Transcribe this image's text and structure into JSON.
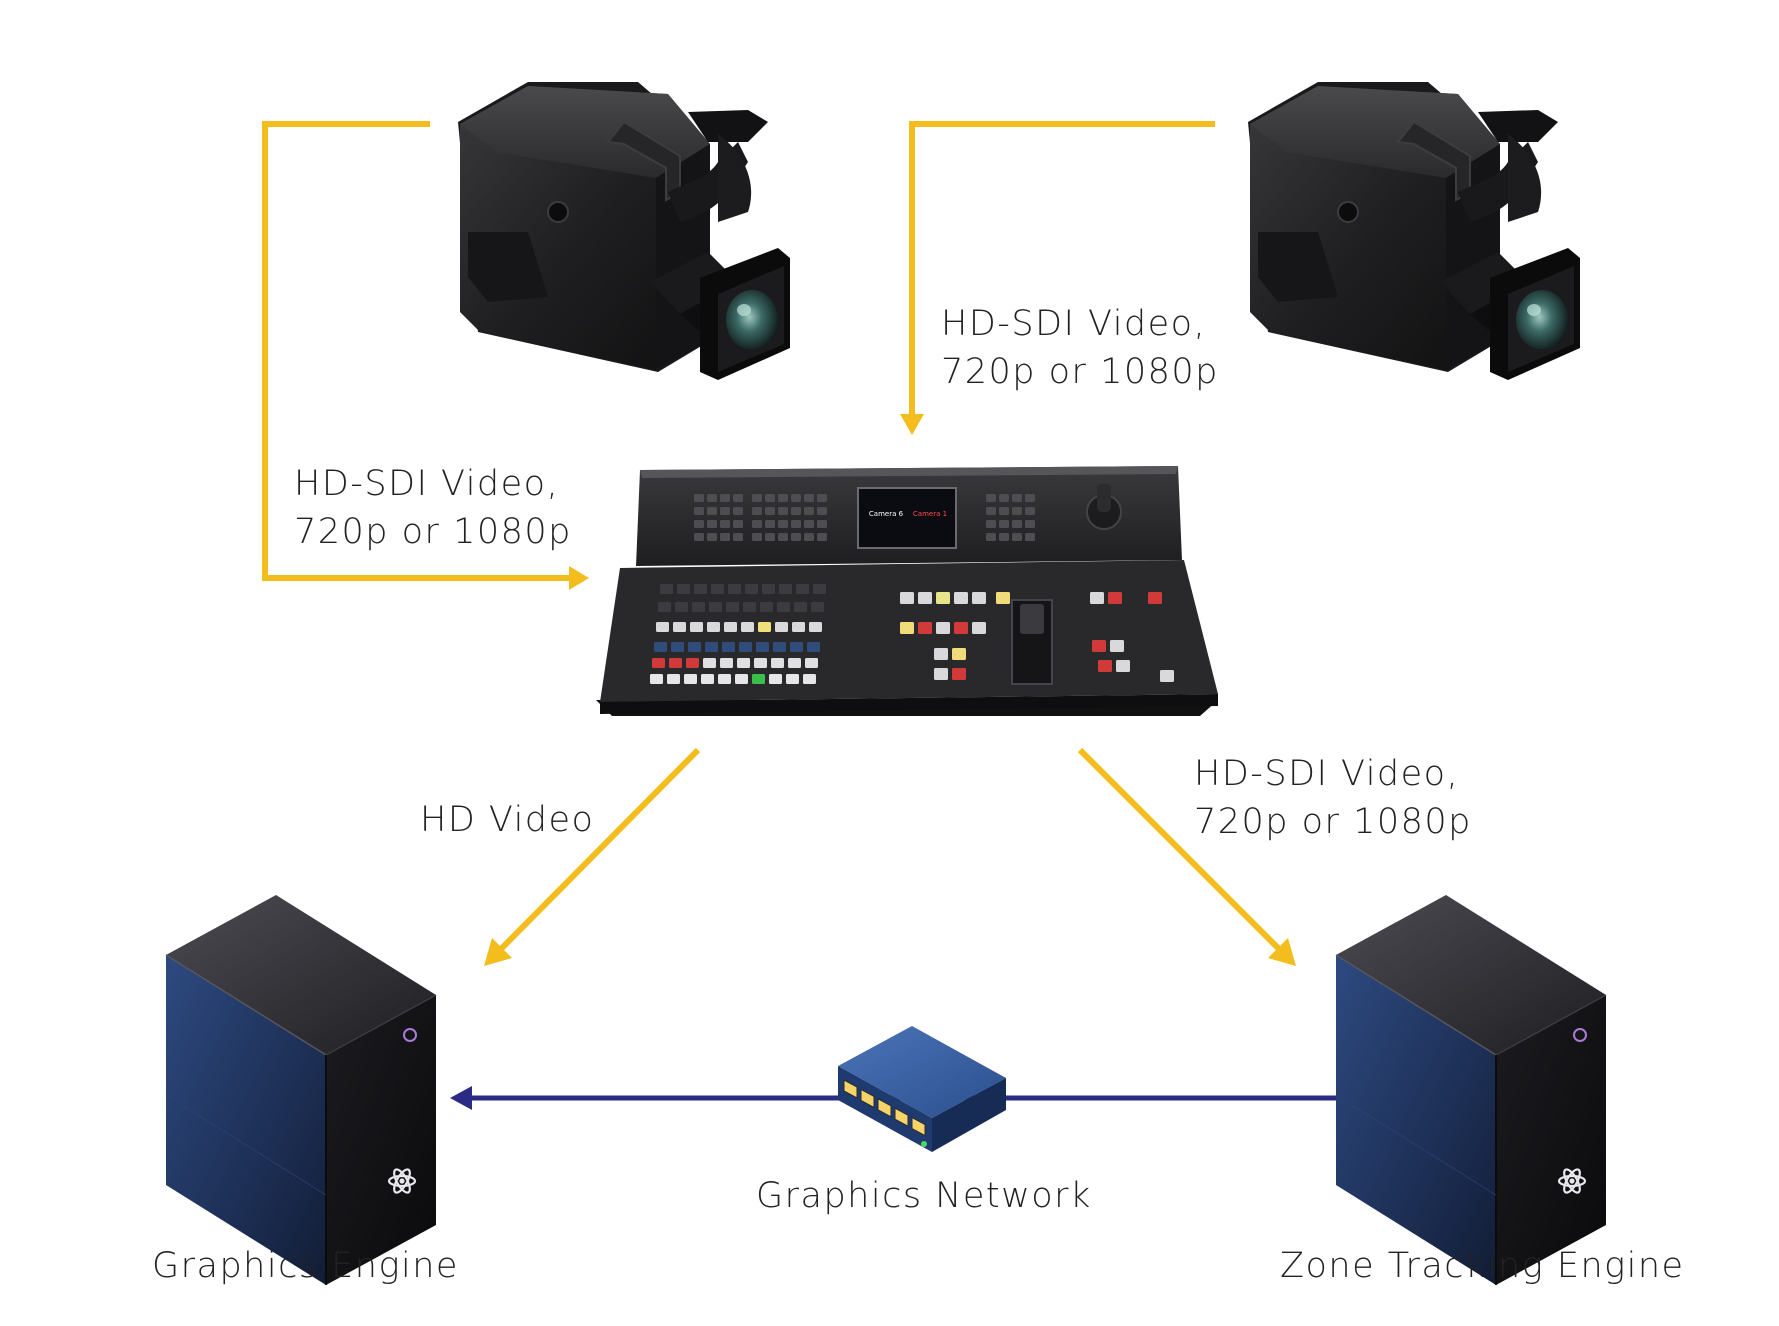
{
  "colors": {
    "video_link": "#F2BD1D",
    "network_link": "#2B2B86",
    "background": "#FFFFFF",
    "text": "#222222"
  },
  "labels": {
    "cam_left_link": [
      "HD-SDI Video,",
      "720p or 1080p"
    ],
    "cam_right_link": [
      "HD-SDI Video,",
      "720p or 1080p"
    ],
    "hd_video": "HD Video",
    "zone_link": [
      "HD-SDI Video,",
      "720p or 1080p"
    ],
    "graphics_network": "Graphics Network",
    "graphics_engine": "Graphics Engine",
    "zone_tracking_engine": "Zone Tracking Engine"
  },
  "switcher_screen": {
    "left_name": "Camera 6",
    "right_name": "Camera 1"
  },
  "icons": {
    "camera": "broadcast-camera-icon",
    "switcher": "production-switcher-icon",
    "server": "server-tower-icon",
    "network": "network-switch-icon",
    "engine_logo": "atom-logo-icon"
  }
}
